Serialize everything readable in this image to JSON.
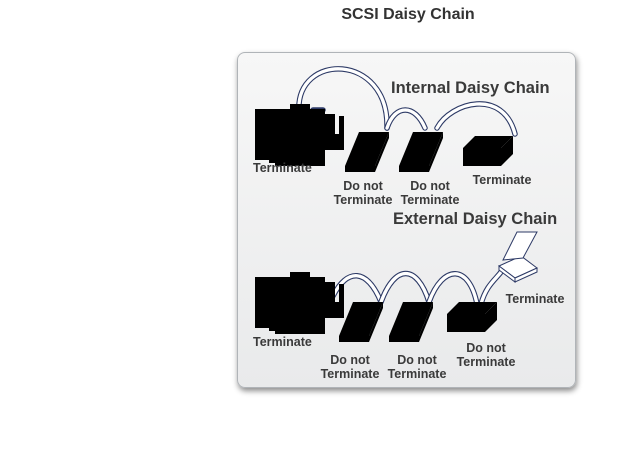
{
  "title": "SCSI Daisy Chain",
  "internal": {
    "heading": "Internal Daisy Chain",
    "controller_label": "Terminate",
    "drive1_label": [
      "Do not",
      "Terminate"
    ],
    "drive2_label": [
      "Do not",
      "Terminate"
    ],
    "device_label": "Terminate"
  },
  "external": {
    "heading": "External Daisy Chain",
    "controller_label": "Terminate",
    "drive1_label": [
      "Do not",
      "Terminate"
    ],
    "drive2_label": [
      "Do not",
      "Terminate"
    ],
    "device_label": [
      "Do not",
      "Terminate"
    ],
    "scanner_label": "Terminate"
  }
}
